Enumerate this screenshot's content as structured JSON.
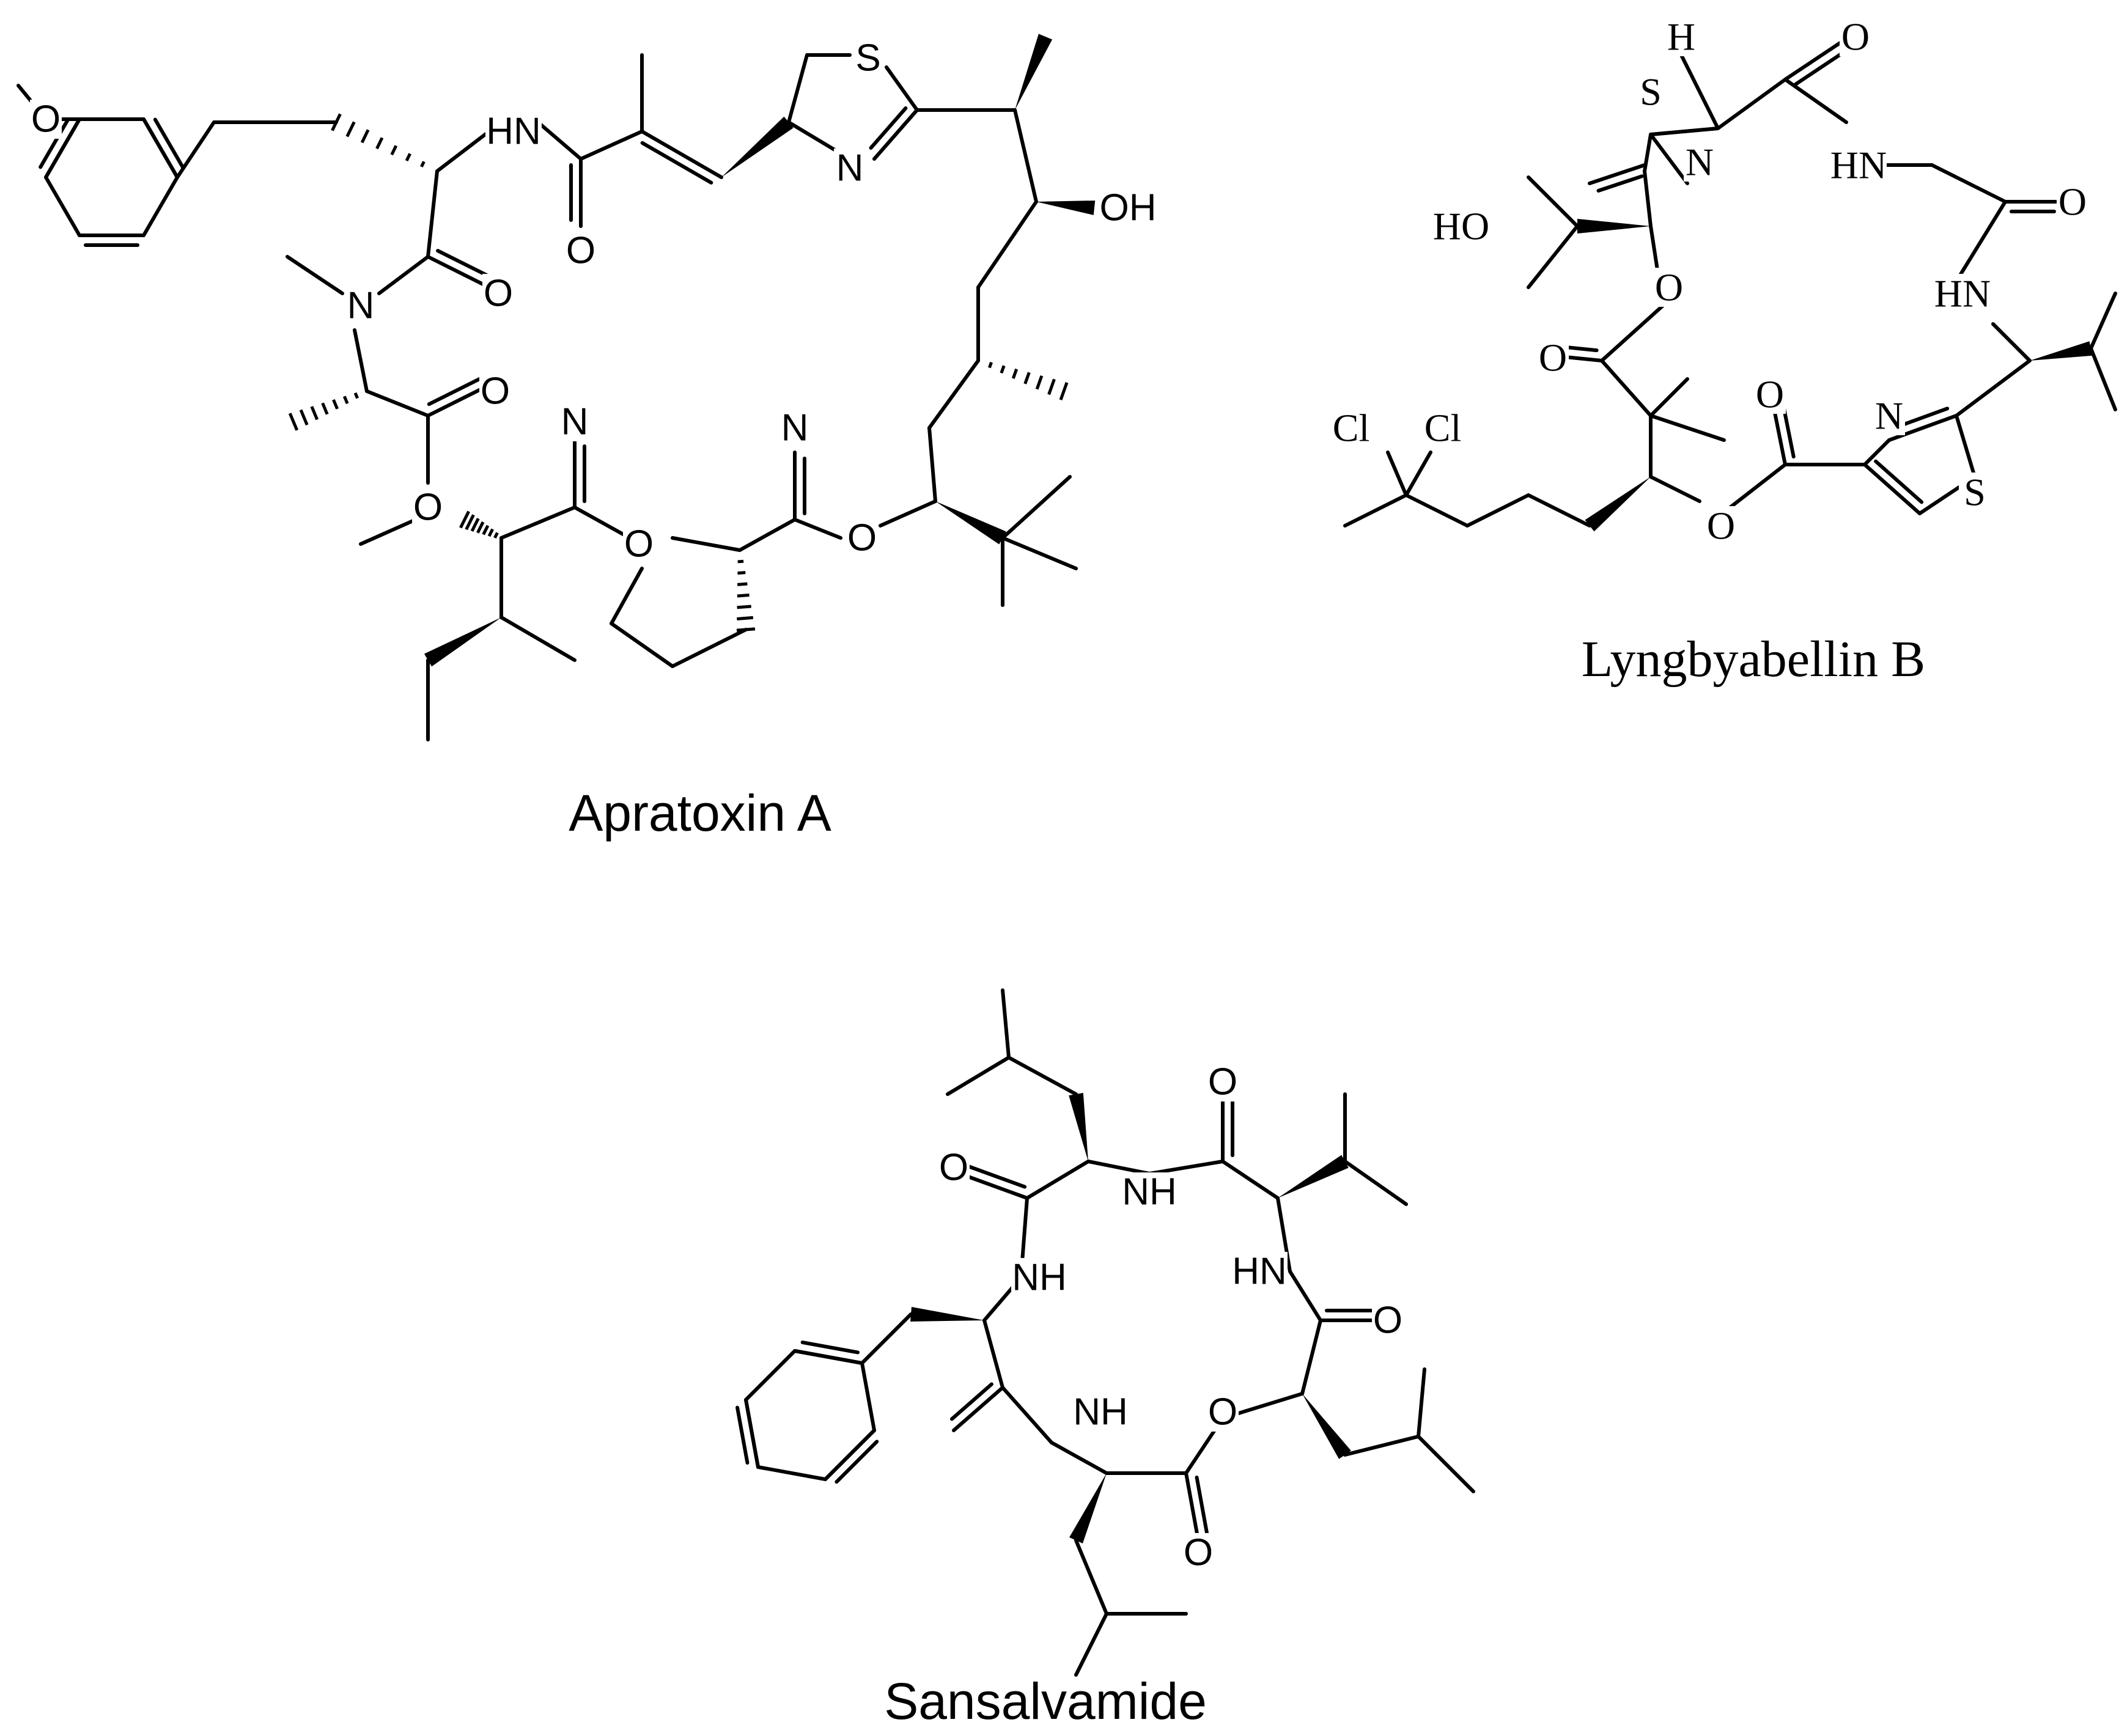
{
  "molecules": [
    {
      "id": "apratoxin-a",
      "name": "Apratoxin A",
      "atom_labels": [
        "O",
        "HN",
        "O",
        "S",
        "N",
        "OH",
        "N",
        "O",
        "O",
        "N",
        "O",
        "N",
        "O",
        "O"
      ]
    },
    {
      "id": "lyngbyabellin-b",
      "name": "Lyngbyabellin B",
      "atom_labels": [
        "H",
        "S",
        "N",
        "O",
        "HN",
        "HO",
        "O",
        "HN",
        "O",
        "O",
        "Cl",
        "Cl",
        "N",
        "O",
        "S",
        "O"
      ]
    },
    {
      "id": "sansalvamide",
      "name": "Sansalvamide",
      "atom_labels": [
        "O",
        "NH",
        "NH",
        "HN",
        "O",
        "O",
        "NH",
        "O",
        "O"
      ]
    }
  ]
}
